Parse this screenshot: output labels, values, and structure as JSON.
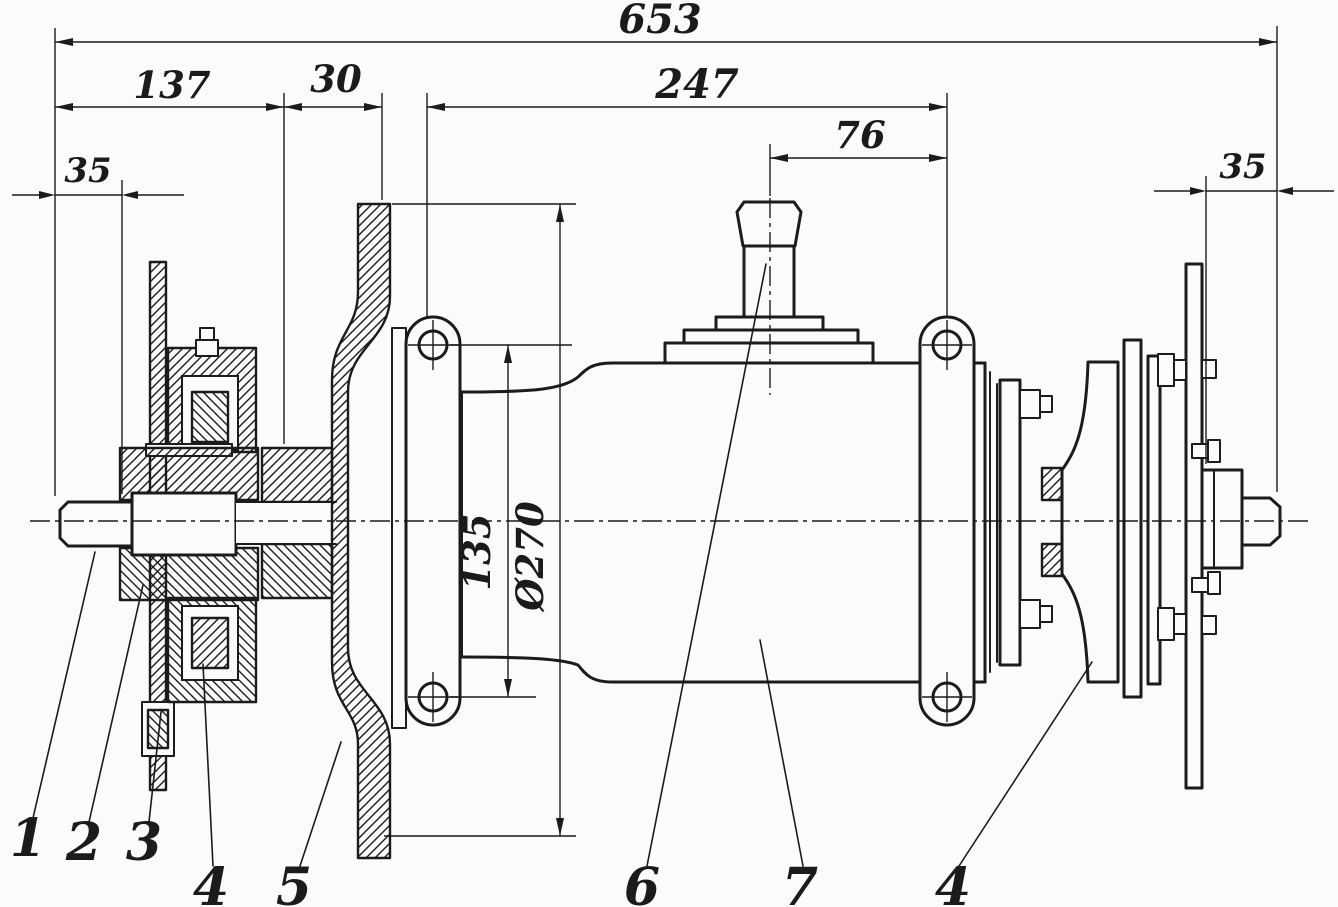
{
  "drawing": {
    "ink_color": "#1b1b1b",
    "paper_color": "#fbfbf9",
    "dimensions": {
      "overall_length": "653",
      "left_section": "137",
      "gap": "30",
      "housing_length": "247",
      "plug_to_lug": "76",
      "left_shaft_end": "35",
      "right_shaft_end": "35",
      "mount_hole_spacing": "135",
      "flange_diameter": "Ø270"
    },
    "callouts": [
      "1",
      "2",
      "3",
      "4",
      "5",
      "6",
      "7",
      "4"
    ]
  }
}
